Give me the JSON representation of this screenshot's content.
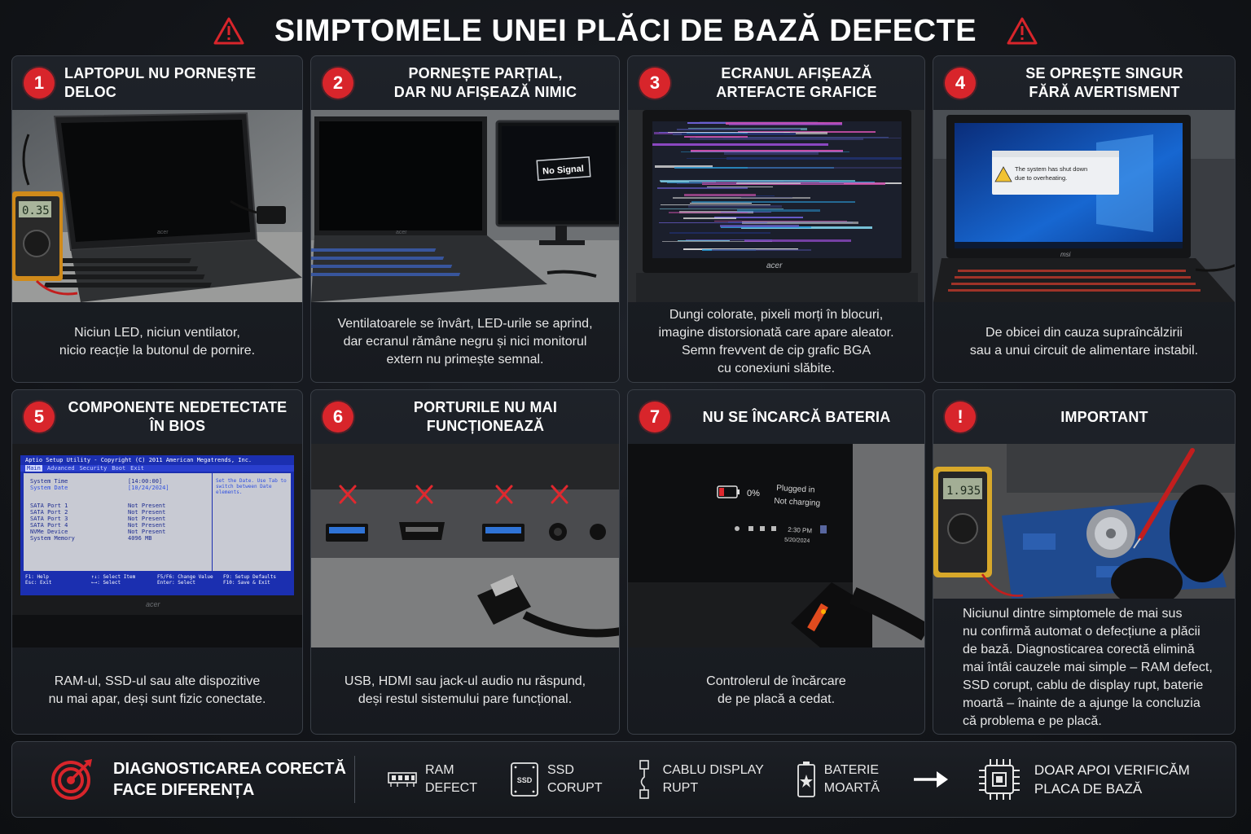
{
  "page": {
    "title": "SIMPTOMELE UNEI PLĂCI DE BAZĂ DEFECTE"
  },
  "colors": {
    "accent_red": "#d8252b",
    "background": "#121418",
    "card": "#1b1e23",
    "border": "#3a3f47"
  },
  "cards": [
    {
      "number": "1",
      "title": "LAPTOPUL NU PORNEȘTE DELOC",
      "description": "Niciun LED, niciun ventilator,\nnicio reacție la butonul de pornire.",
      "photo": {
        "multimeter": "0.35",
        "logo": "acer"
      }
    },
    {
      "number": "2",
      "title": "PORNEȘTE PARȚIAL,\nDAR NU AFIȘEAZĂ NIMIC",
      "description": "Ventilatoarele se învârt, LED-urile se aprind,\ndar ecranul rămâne negru și nici monitorul\nextern nu primește semnal.",
      "photo": {
        "monitor_message": "No Signal",
        "logo": "acer"
      }
    },
    {
      "number": "3",
      "title": "ECRANUL AFIȘEAZĂ\nARTEFACTE GRAFICE",
      "description": "Dungi colorate, pixeli morți în blocuri,\nimagine distorsionată care apare aleator.\nSemn frevvent de cip grafic BGA\ncu conexiuni slăbite.",
      "photo": {
        "logo": "acer"
      }
    },
    {
      "number": "4",
      "title": "SE OPREȘTE SINGUR\nFĂRĂ AVERTISMENT",
      "description": "De obicei din cauza supraîncălzirii\nsau a unui circuit de alimentare instabil.",
      "photo": {
        "dialog_text": "The system has shut down\ndue to overheating.",
        "logo": "msi"
      }
    },
    {
      "number": "5",
      "title": "COMPONENTE NEDETECTATE\nÎN BIOS",
      "description": "RAM-ul, SSD-ul sau alte dispozitive\nnu mai apar, deși sunt fizic conectate.",
      "photo": {
        "bios_header": "Aptio Setup Utility - Copyright (C) 2011 American Megatrends, Inc.",
        "bios_tabs": [
          "Main",
          "Advanced",
          "Security",
          "Boot",
          "Exit"
        ],
        "bios_rows": [
          {
            "label": "System Time",
            "value": "[14:00:00]"
          },
          {
            "label": "System Date",
            "value": "[10/24/2024]"
          },
          {
            "label": "SATA Port 1",
            "value": "Not Present"
          },
          {
            "label": "SATA Port 2",
            "value": "Not Present"
          },
          {
            "label": "SATA Port 3",
            "value": "Not Present"
          },
          {
            "label": "SATA Port 4",
            "value": "Not Present"
          },
          {
            "label": "NVMe Device",
            "value": "Not Present"
          },
          {
            "label": "System Memory",
            "value": "4096 MB"
          }
        ],
        "bios_help": "Set the Date. Use Tab to switch between Date elements.",
        "bios_footer": [
          "F1: Help",
          "↑↓: Select Item",
          "F5/F6: Change Value",
          "F9: Setup Defaults",
          "Esc: Exit",
          "←→: Select",
          "Enter: Select",
          "F10: Save & Exit"
        ],
        "logo": "acer"
      }
    },
    {
      "number": "6",
      "title": "PORTURILE NU MAI\nFUNCȚIONEAZĂ",
      "description": "USB, HDMI sau jack-ul audio nu răspund,\ndeși restul sistemului pare funcțional.",
      "photo": {}
    },
    {
      "number": "7",
      "title": "NU SE ÎNCARCĂ BATERIA",
      "description": "Controlerul de încărcare\nde pe placă a cedat.",
      "photo": {
        "battery_percent": "0%",
        "battery_status": "Plugged in\nNot charging",
        "clock_time": "2:30 PM",
        "clock_date": "5/20/2024"
      }
    },
    {
      "number": "!",
      "title": "IMPORTANT",
      "description": "Niciunul dintre simptomele de mai sus\nnu confirmă automat o defecțiune a plăcii\nde bază. Diagnosticarea corectă elimină\nmai întâi cauzele mai simple – RAM defect,\nSSD corupt, cablu de display rupt, baterie\nmoartă – înainte de a ajunge la concluzia\ncă problema e pe placă.",
      "photo": {
        "multimeter": "1.935"
      }
    }
  ],
  "bottom": {
    "headline": "DIAGNOSTICAREA CORECTĂ\nFACE DIFERENȚA",
    "items": [
      {
        "label": "RAM\nDEFECT",
        "icon": "ram-icon"
      },
      {
        "label": "SSD\nCORUPT",
        "icon": "ssd-icon",
        "icon_text": "SSD"
      },
      {
        "label": "CABLU DISPLAY\nRUPT",
        "icon": "cable-icon"
      },
      {
        "label": "BATERIE\nMOARTĂ",
        "icon": "battery-icon"
      }
    ],
    "final": "DOAR APOI VERIFICĂM\nPLACA DE BAZĂ"
  }
}
